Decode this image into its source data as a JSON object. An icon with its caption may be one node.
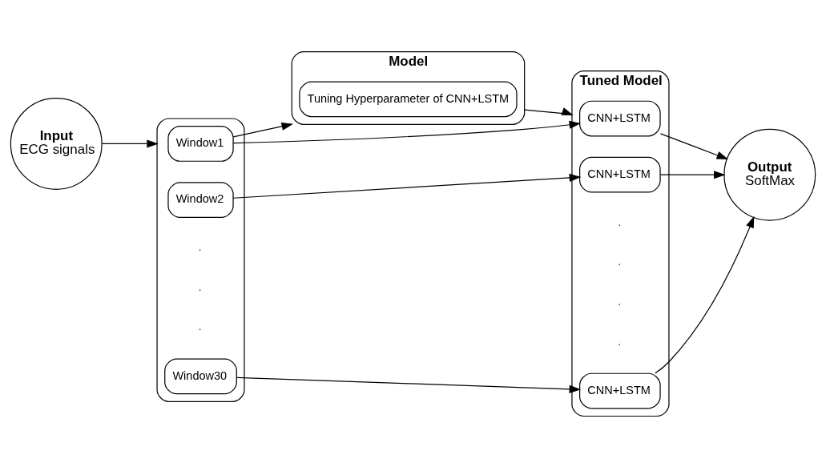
{
  "diagram": {
    "nodes": [
      {
        "text": [
          "Input",
          "ECG signals"
        ]
      },
      {
        "text": [],
        "shape": "box"
      },
      {
        "text": [
          "Window1"
        ],
        "in": 1
      },
      {
        "text": [
          "Window2"
        ],
        "in": 1
      },
      {
        "text": [
          "Window30"
        ],
        "in": 1
      },
      {
        "text": [
          "Model"
        ]
      },
      {
        "text": [
          "Tuning Hyperparameter of CNN+LSTM"
        ],
        "in": 5
      },
      {
        "text": [
          "Tuned Model"
        ]
      },
      {
        "text": [
          "CNN+LSTM"
        ],
        "in": 7
      },
      {
        "text": [
          "CNN+LSTM"
        ],
        "in": 7
      },
      {
        "text": [
          "CNN+LSTM"
        ],
        "in": 7
      },
      {
        "text": [
          "Output",
          "SoftMax"
        ]
      }
    ],
    "edges": [
      {
        "from": 0,
        "to": 1,
        "arrow": "to"
      },
      {
        "from": 2,
        "to": 5,
        "arrow": "to"
      },
      {
        "from": 5,
        "to": 7,
        "arrow": "to"
      },
      {
        "from": 2,
        "to": 8,
        "arrow": "to"
      },
      {
        "from": 3,
        "to": 9,
        "arrow": "to"
      },
      {
        "from": 4,
        "to": 10,
        "arrow": "to"
      },
      {
        "from": 8,
        "to": 11,
        "arrow": "to"
      },
      {
        "from": 9,
        "to": 11,
        "arrow": "to"
      },
      {
        "from": 10,
        "to": 11,
        "arrow": "to"
      }
    ],
    "labels": [
      ".",
      ".",
      ".",
      ".",
      ".",
      ".",
      "."
    ]
  }
}
